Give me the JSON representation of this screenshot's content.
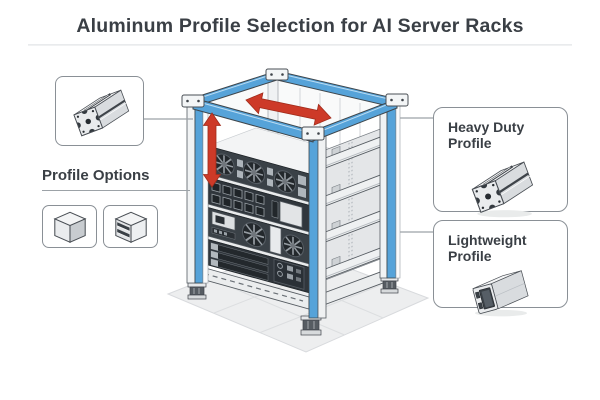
{
  "title": "Aluminum Profile Selection for AI Server Racks",
  "profile_options": {
    "heading": "Profile Options",
    "options": [
      {
        "name": "solid-cube-profile"
      },
      {
        "name": "slotted-cube-profile"
      }
    ]
  },
  "callouts": {
    "tslot": {
      "icon": "t-slot-profile-illustration"
    },
    "heavy": {
      "label": "Heavy Duty Profile",
      "icon": "t-slot-profile-illustration"
    },
    "light": {
      "label": "Lightweight Profile",
      "icon": "hollow-tube-profile-illustration"
    }
  },
  "icons": {
    "vertical_double_arrow": "double-headed-vertical-arrow",
    "horizontal_double_arrow": "double-headed-diagonal-arrow"
  },
  "colors": {
    "accent_blue": "#56A3D9",
    "arrow_red": "#CD3A28",
    "text": "#3A3F45",
    "box_border": "#8A9096",
    "frame_outline": "#3E464C",
    "floor": "#EDEEEF"
  }
}
